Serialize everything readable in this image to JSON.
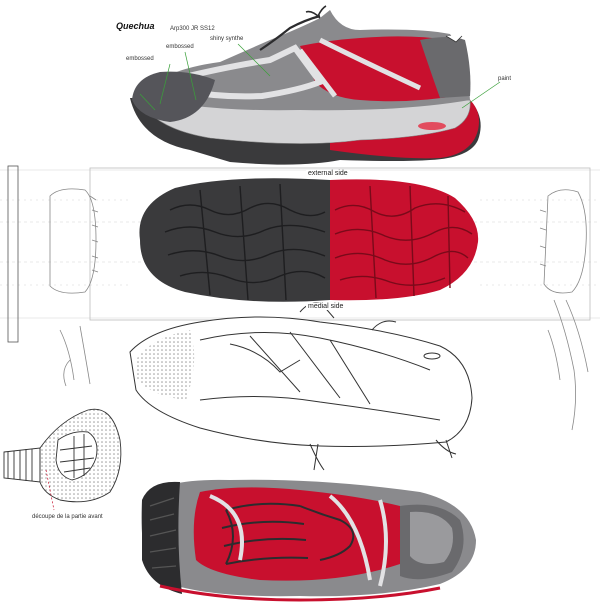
{
  "brand": "Quechua",
  "model": "Arp300 JR SS12",
  "callouts": {
    "shiny": "shiny synthe",
    "embossed_top": "embossed",
    "embossed_left": "embossed",
    "paint": "paint",
    "front_cut": "découpe de la partie avant"
  },
  "views": {
    "external": "external side",
    "medial": "medial side"
  },
  "colors": {
    "red": "#c8102e",
    "dark_gray": "#3a3a3c",
    "mid_gray": "#8a8a8d",
    "light_gray": "#cfcfd1",
    "callout_green": "#3aa03a"
  }
}
